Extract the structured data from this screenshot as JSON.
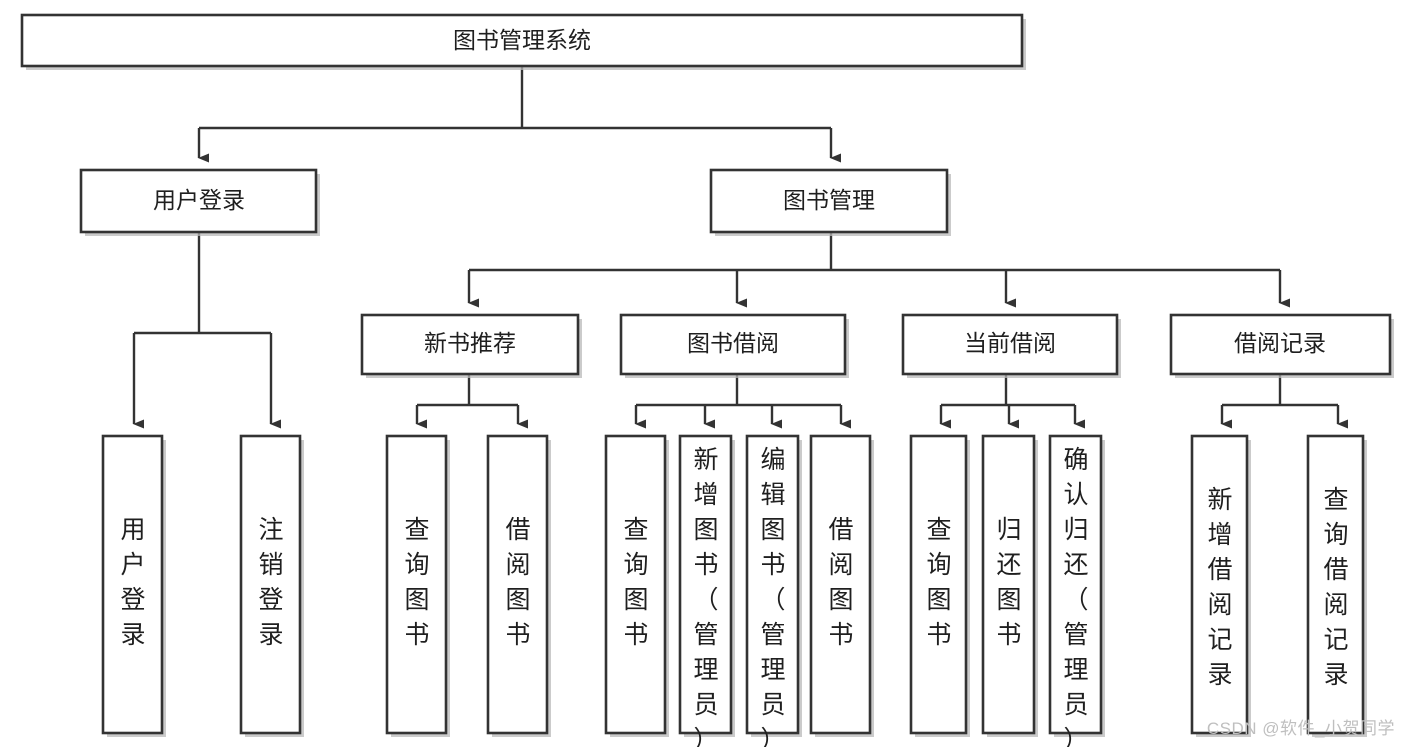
{
  "diagram": {
    "title": "图书管理系统",
    "type": "tree",
    "watermark": "CSDN @软件_小贺同学",
    "colors": {
      "box_stroke": "#333333",
      "box_fill": "#ffffff",
      "connector": "#333333",
      "text": "#1f1f1f",
      "watermark": "#bfbfbf",
      "shadow": "#b9b9b9"
    },
    "nodes": {
      "root": {
        "label": "图书管理系统",
        "orientation": "horizontal"
      },
      "level2": [
        {
          "id": "user-login",
          "label": "用户登录",
          "orientation": "horizontal"
        },
        {
          "id": "book-management",
          "label": "图书管理",
          "orientation": "horizontal"
        }
      ],
      "level3": [
        {
          "id": "new-book-recommend",
          "label": "新书推荐",
          "orientation": "horizontal"
        },
        {
          "id": "book-borrow",
          "label": "图书借阅",
          "orientation": "horizontal"
        },
        {
          "id": "current-borrow",
          "label": "当前借阅",
          "orientation": "horizontal"
        },
        {
          "id": "borrow-record",
          "label": "借阅记录",
          "orientation": "horizontal"
        }
      ],
      "leaves": [
        {
          "id": "leaf-user-login",
          "label": "用户登录",
          "parent": "user-login",
          "orientation": "vertical"
        },
        {
          "id": "leaf-logout-login",
          "label": "注销登录",
          "parent": "user-login",
          "orientation": "vertical"
        },
        {
          "id": "leaf-query-book-1",
          "label": "查询图书",
          "parent": "new-book-recommend",
          "orientation": "vertical"
        },
        {
          "id": "leaf-borrow-book-1",
          "label": "借阅图书",
          "parent": "new-book-recommend",
          "orientation": "vertical"
        },
        {
          "id": "leaf-query-book-2",
          "label": "查询图书",
          "parent": "book-borrow",
          "orientation": "vertical"
        },
        {
          "id": "leaf-add-book",
          "label": "新增图书（管理员）",
          "parent": "book-borrow",
          "orientation": "vertical"
        },
        {
          "id": "leaf-edit-book",
          "label": "编辑图书（管理员）",
          "parent": "book-borrow",
          "orientation": "vertical"
        },
        {
          "id": "leaf-borrow-book-2",
          "label": "借阅图书",
          "parent": "book-borrow",
          "orientation": "vertical"
        },
        {
          "id": "leaf-query-book-3",
          "label": "查询图书",
          "parent": "current-borrow",
          "orientation": "vertical"
        },
        {
          "id": "leaf-return-book",
          "label": "归还图书",
          "parent": "current-borrow",
          "orientation": "vertical"
        },
        {
          "id": "leaf-confirm-return",
          "label": "确认归还（管理员）",
          "parent": "current-borrow",
          "orientation": "vertical"
        },
        {
          "id": "leaf-add-borrow-record",
          "label": "新增借阅记录",
          "parent": "borrow-record",
          "orientation": "vertical"
        },
        {
          "id": "leaf-query-borrow-record",
          "label": "查询借阅记录",
          "parent": "borrow-record",
          "orientation": "vertical"
        }
      ]
    },
    "edges": [
      {
        "from": "root",
        "to": "user-login"
      },
      {
        "from": "root",
        "to": "book-management"
      },
      {
        "from": "user-login",
        "to": "leaf-user-login"
      },
      {
        "from": "user-login",
        "to": "leaf-logout-login"
      },
      {
        "from": "book-management",
        "to": "new-book-recommend"
      },
      {
        "from": "book-management",
        "to": "book-borrow"
      },
      {
        "from": "book-management",
        "to": "current-borrow"
      },
      {
        "from": "book-management",
        "to": "borrow-record"
      },
      {
        "from": "new-book-recommend",
        "to": "leaf-query-book-1"
      },
      {
        "from": "new-book-recommend",
        "to": "leaf-borrow-book-1"
      },
      {
        "from": "book-borrow",
        "to": "leaf-query-book-2"
      },
      {
        "from": "book-borrow",
        "to": "leaf-add-book"
      },
      {
        "from": "book-borrow",
        "to": "leaf-edit-book"
      },
      {
        "from": "book-borrow",
        "to": "leaf-borrow-book-2"
      },
      {
        "from": "current-borrow",
        "to": "leaf-query-book-3"
      },
      {
        "from": "current-borrow",
        "to": "leaf-return-book"
      },
      {
        "from": "current-borrow",
        "to": "leaf-confirm-return"
      },
      {
        "from": "borrow-record",
        "to": "leaf-add-borrow-record"
      },
      {
        "from": "borrow-record",
        "to": "leaf-query-borrow-record"
      }
    ]
  }
}
